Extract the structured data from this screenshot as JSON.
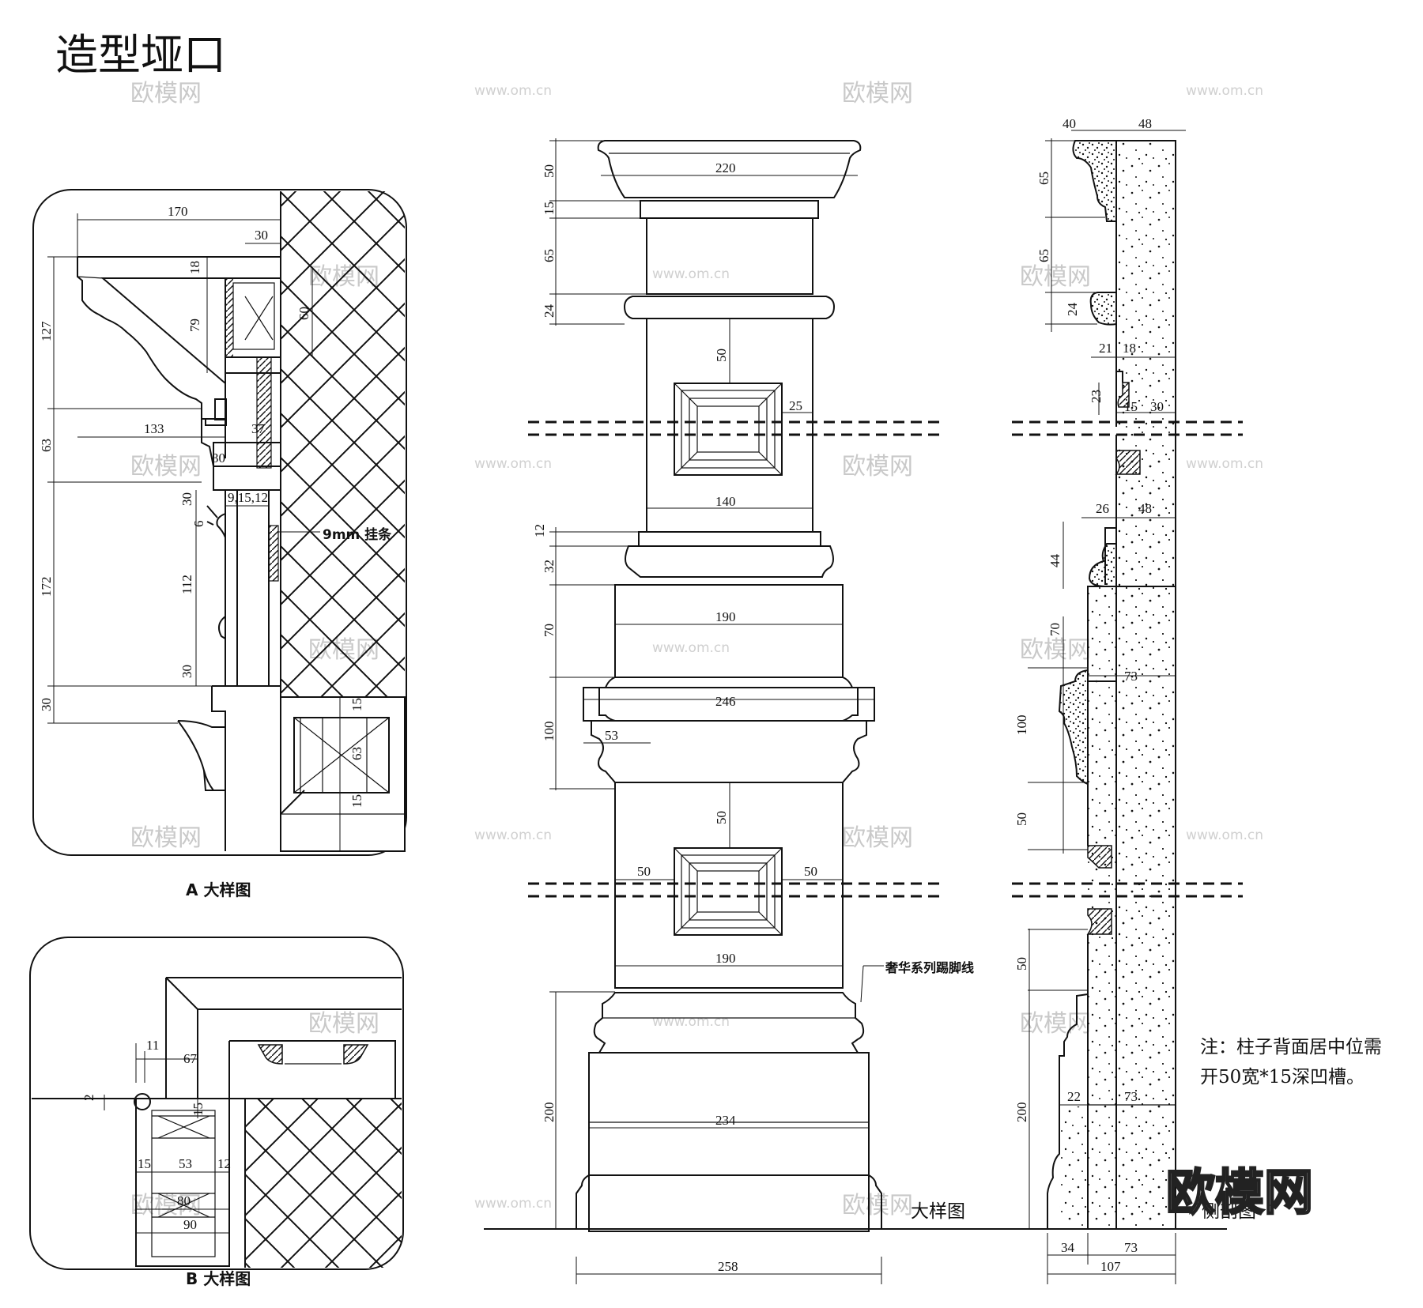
{
  "title": "造型垭口",
  "panel_a_label": "A 大样图",
  "panel_b_label": "B 大样图",
  "front_label": "大样图",
  "side_label": "侧剖图",
  "annotation_9mm": "9mm 挂条",
  "skirting_label": "奢华系列踢脚线",
  "note_line1": "注：柱子背面居中位需",
  "note_line2": "开50宽*15深凹槽。",
  "watermark_text": "欧模网",
  "watermark_url": "www.om.cn",
  "logo_text": "欧模网",
  "panel_a_dims": {
    "d170": "170",
    "d30a": "30",
    "d18": "18",
    "d79": "79",
    "d60": "60",
    "d127": "127",
    "d63": "63",
    "d133": "133",
    "d37": "37",
    "d30b": "30",
    "d30c": "30",
    "d9_15_12": "9,15,12",
    "d6": "6",
    "d112": "112",
    "d172": "172",
    "d30d": "30",
    "d30e": "30",
    "d15a": "15",
    "d63b": "63",
    "d15b": "15"
  },
  "panel_b_dims": {
    "d11": "11",
    "d67": "67",
    "d2": "2",
    "d15a": "15",
    "d15b": "15",
    "d53": "53",
    "d12": "12",
    "d80": "80",
    "d90": "90"
  },
  "front_dims": {
    "h50a": "50",
    "h15": "15",
    "h65": "65",
    "h24": "24",
    "w220": "220",
    "v50a": "50",
    "w25": "25",
    "w140": "140",
    "h12": "12",
    "h32": "32",
    "h70": "70",
    "w190a": "190",
    "w246": "246",
    "h100": "100",
    "w53": "53",
    "v50b": "50",
    "w50a": "50",
    "w50b": "50",
    "w190b": "190",
    "h200": "200",
    "w234": "234",
    "w258": "258"
  },
  "side_dims": {
    "w40": "40",
    "w48a": "48",
    "h65a": "65",
    "h65b": "65",
    "h24": "24",
    "w21": "21",
    "w18": "18",
    "h23": "23",
    "w15": "15",
    "w30": "30",
    "w26": "26",
    "w48b": "48",
    "h44": "44",
    "h70": "70",
    "w73a": "73",
    "h100": "100",
    "h50a": "50",
    "h50b": "50",
    "h200": "200",
    "w22": "22",
    "w73b": "73",
    "w34": "34",
    "w73c": "73",
    "w107": "107"
  }
}
